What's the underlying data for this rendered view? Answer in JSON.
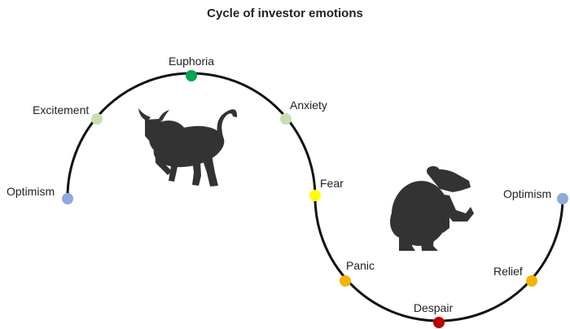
{
  "title": "Cycle of investor emotions",
  "colors": {
    "curve": "#111111",
    "animal": "#333333",
    "optimism": "#8ea9db",
    "excitement": "#c6e0b4",
    "euphoria": "#00a651",
    "anxiety": "#c6e0b4",
    "fear": "#ffff00",
    "panic": "#f4b400",
    "despair": "#c00000",
    "relief": "#f4b400"
  },
  "stages": [
    {
      "key": "optimism-start",
      "label": "Optimism",
      "color": "#8ea9db"
    },
    {
      "key": "excitement",
      "label": "Excitement",
      "color": "#c6e0b4"
    },
    {
      "key": "euphoria",
      "label": "Euphoria",
      "color": "#00a651"
    },
    {
      "key": "anxiety",
      "label": "Anxiety",
      "color": "#c6e0b4"
    },
    {
      "key": "fear",
      "label": "Fear",
      "color": "#ffff00"
    },
    {
      "key": "panic",
      "label": "Panic",
      "color": "#f4b400"
    },
    {
      "key": "despair",
      "label": "Despair",
      "color": "#c00000"
    },
    {
      "key": "relief",
      "label": "Relief",
      "color": "#f4b400"
    },
    {
      "key": "optimism-end",
      "label": "Optimism",
      "color": "#8ea9db"
    }
  ],
  "icons": {
    "bull": "bull-icon",
    "bear": "bear-icon"
  }
}
